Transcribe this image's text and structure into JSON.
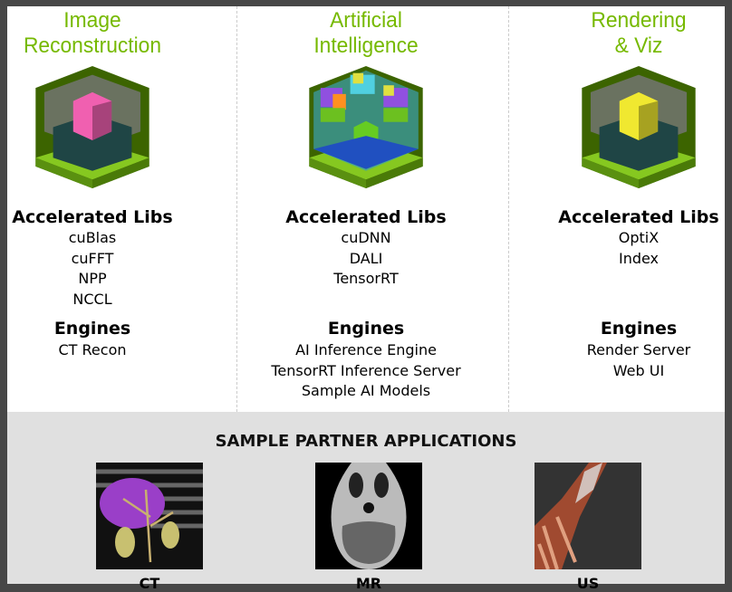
{
  "columns": [
    {
      "title": "Image\nReconstruction",
      "libs_heading": "Accelerated Libs",
      "libs": [
        "cuBlas",
        "cuFFT",
        "NPP",
        "NCCL"
      ],
      "engines_heading": "Engines",
      "engines": [
        "CT Recon"
      ],
      "cube_accent": "#f060b0",
      "icon": "cube-pink-icon"
    },
    {
      "title": "Artificial\nIntelligence",
      "libs_heading": "Accelerated Libs",
      "libs": [
        "cuDNN",
        "DALI",
        "TensorRT"
      ],
      "engines_heading": "Engines",
      "engines": [
        "AI Inference Engine",
        "TensorRT Inference Server",
        "Sample AI Models"
      ],
      "cube_accent": "#66cc22",
      "icon": "cube-ai-icon"
    },
    {
      "title": "Rendering\n& Viz",
      "libs_heading": "Accelerated Libs",
      "libs": [
        "OptiX",
        "Index"
      ],
      "engines_heading": "Engines",
      "engines": [
        "Render Server",
        "Web UI"
      ],
      "cube_accent": "#f0e830",
      "icon": "cube-yellow-icon"
    }
  ],
  "partners": {
    "title": "SAMPLE PARTNER APPLICATIONS",
    "apps": [
      {
        "label": "CT"
      },
      {
        "label": "MR"
      },
      {
        "label": "US"
      }
    ]
  },
  "colors": {
    "brand_green": "#76b900",
    "border": "#474747",
    "panel": "#e0e0e0"
  }
}
